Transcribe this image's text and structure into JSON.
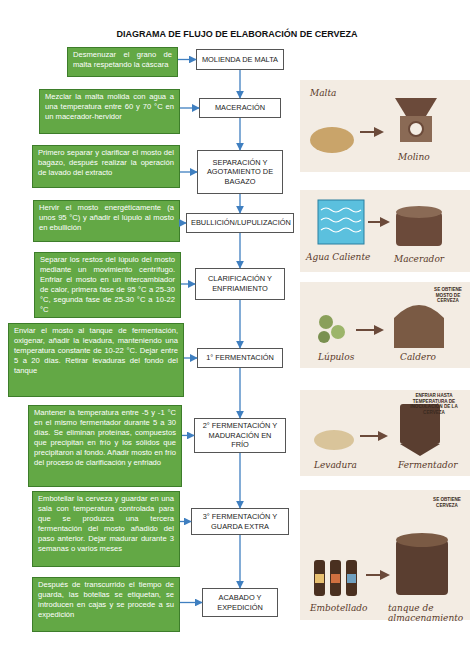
{
  "diagram": {
    "title": "DIAGRAMA DE FLUJO DE ELABORACIÓN DE CERVEZA",
    "nodes": [
      {
        "text": [
          "Desmenuzar el grano de malta respetando la cáscara"
        ]
      },
      {
        "text": [
          "MOLIENDA DE MALTA"
        ]
      },
      {
        "text": [
          "Mezclar la malta molida con agua a una temperatura entre 60 y 70 °C en un macerador-hervidor"
        ]
      },
      {
        "text": [
          "MACERACIÓN"
        ]
      },
      {
        "text": [
          "Primero separar y clarificar el mosto del bagazo, después realizar la operación de lavado del extracto"
        ]
      },
      {
        "text": [
          "SEPARACIÓN Y AGOTAMIENTO DE BAGAZO"
        ]
      },
      {
        "text": [
          "Hervir el mosto energéticamente (a unos 95 °C) y añadir el lúpulo al mosto en ebullición"
        ]
      },
      {
        "text": [
          "EBULLICIÓN/LUPULIZACIÓN"
        ]
      },
      {
        "text": [
          "Separar los restos del lúpulo del mosto mediante un movimiento centrífugo. Enfriar el mosto en un intercambiador de calor, primera fase de 95 °C a 25-30 °C, segunda fase de 25-30 °C a 10-22 °C"
        ]
      },
      {
        "text": [
          "CLARIFICACIÓN Y ENFRIAMIENTO"
        ]
      },
      {
        "text": [
          "Enviar el mosto al tanque de fermentación, oxigenar, añadir la levadura, manteniendo una temperatura constante de 10-22 °C. Dejar entre 5 a 20 días. Retirar levaduras del fondo del tanque"
        ]
      },
      {
        "text": [
          "1° FERMENTACIÓN"
        ]
      },
      {
        "text": [
          "Mantener la temperatura entre -5 y -1 °C en el mismo fermentador durante 5 a 30 días. Se eliminan proteínas, compuestos que precipitan en frío y los sólidos que precipitaron al fondo. Añadir mosto en frío del proceso de clarificación y enfriado"
        ]
      },
      {
        "text": [
          "2° FERMENTACIÓN Y MADURACIÓN EN FRÍO"
        ]
      },
      {
        "text": [
          "Embotellar la cerveza y guardar en una sala con temperatura controlada para que se produzca una tercera fermentación del mosto añadido del paso anterior. Dejar madurar durante 3 semanas o varios meses"
        ]
      },
      {
        "text": [
          "3° FERMENTACIÓN Y GUARDA EXTRA"
        ]
      },
      {
        "text": [
          "Después de transcurrido el tiempo de guarda, las botellas se etiquetan, se introducen en cajas y se procede a su expedición"
        ]
      },
      {
        "text": [
          "ACABADO Y EXPEDICIÓN"
        ]
      }
    ],
    "edges": [
      {
        "from": 0,
        "to": 1,
        "arrow": "to"
      },
      {
        "from": 1,
        "to": 3,
        "arrow": "to"
      },
      {
        "from": 2,
        "to": 3,
        "arrow": "to"
      },
      {
        "from": 3,
        "to": 5,
        "arrow": "to"
      },
      {
        "from": 4,
        "to": 5,
        "arrow": "to"
      },
      {
        "from": 5,
        "to": 7,
        "arrow": "to"
      },
      {
        "from": 6,
        "to": 7,
        "arrow": "to"
      },
      {
        "from": 7,
        "to": 9,
        "arrow": "to"
      },
      {
        "from": 8,
        "to": 9,
        "arrow": "to"
      },
      {
        "from": 9,
        "to": 11,
        "arrow": "to"
      },
      {
        "from": 10,
        "to": 11,
        "arrow": "to"
      },
      {
        "from": 11,
        "to": 13,
        "arrow": "to"
      },
      {
        "from": 12,
        "to": 13,
        "arrow": "to"
      },
      {
        "from": 13,
        "to": 15,
        "arrow": "to"
      },
      {
        "from": 14,
        "to": 15,
        "arrow": "to"
      },
      {
        "from": 15,
        "to": 17,
        "arrow": "to"
      },
      {
        "from": 16,
        "to": 17,
        "arrow": "to"
      }
    ],
    "labels": [
      "Malta",
      "Molino",
      "Agua Caliente",
      "Macerador",
      "SE OBTIENE MOSTO DE CERVEZA",
      "Lúpulos",
      "Caldero",
      "ENFRIAR HASTA TEMPERATURA DE INOCULACIÓN DE LA CERVEZA",
      "Levadura",
      "Fermentador",
      "SE OBTIENE CERVEZA",
      "Embotellado",
      "tanque de almacenamiento"
    ]
  }
}
